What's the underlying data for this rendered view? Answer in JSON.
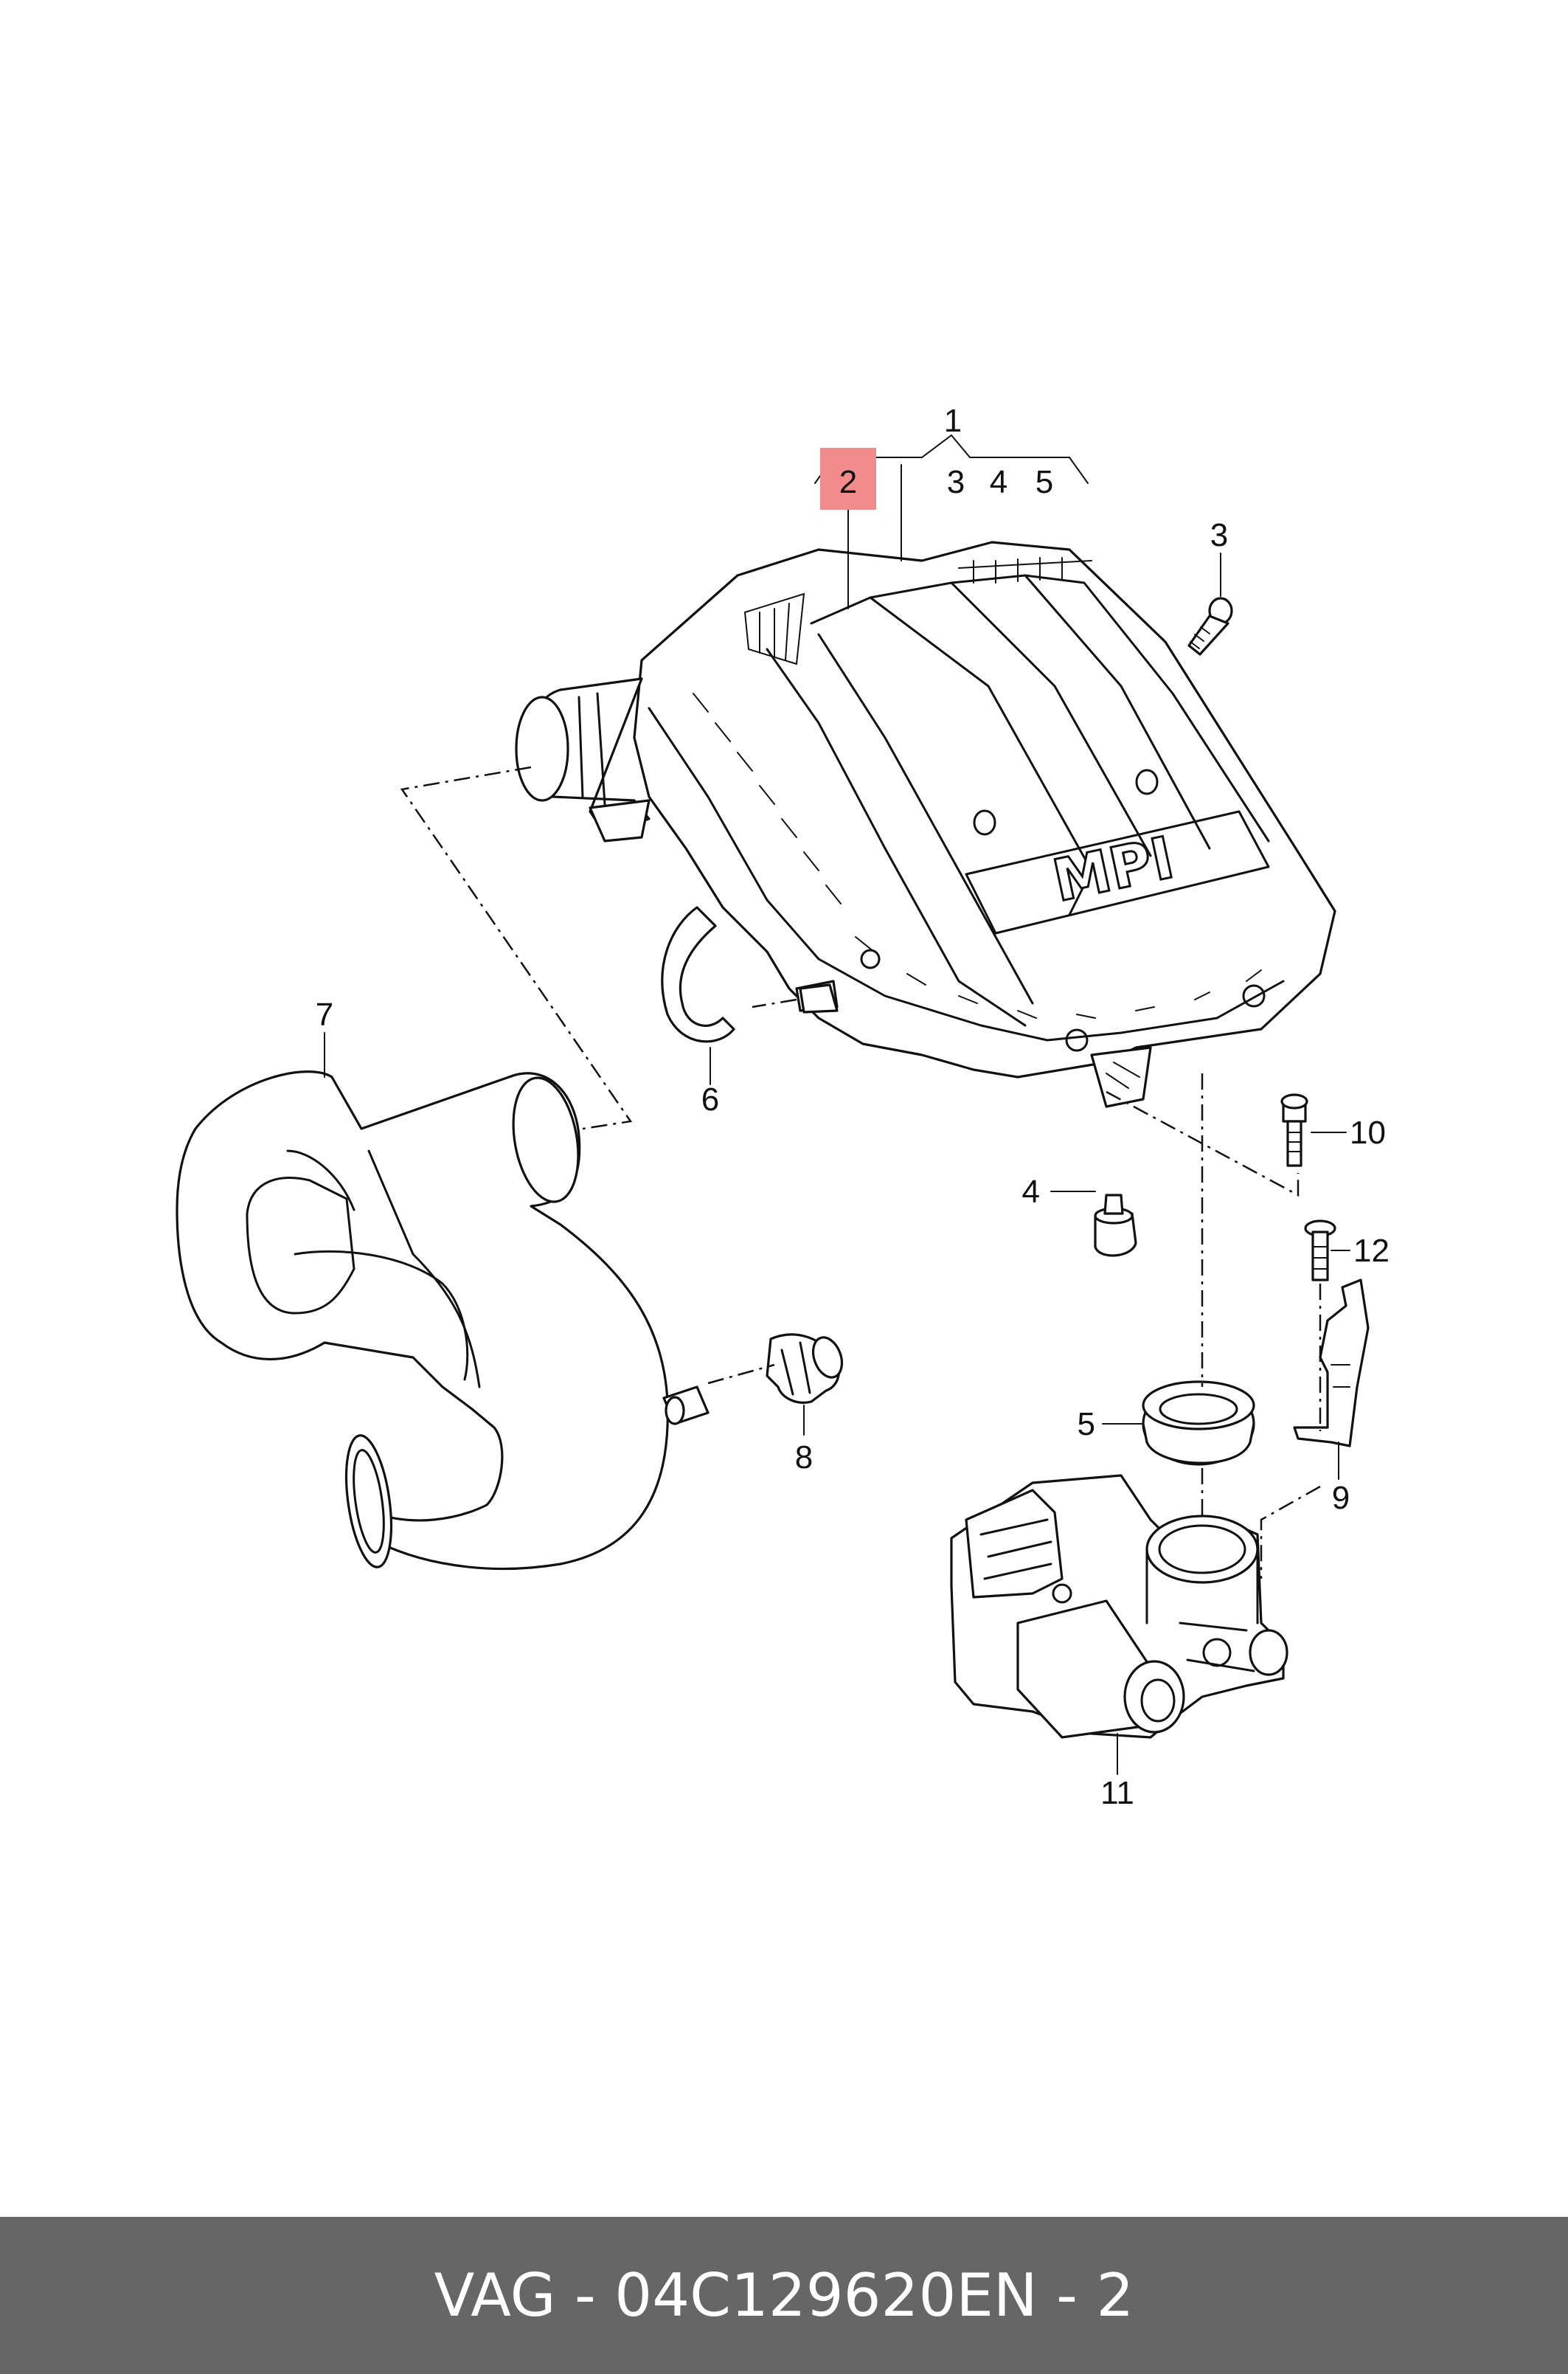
{
  "diagram": {
    "callouts": {
      "group_1": "1",
      "group_sub_2": "2",
      "group_sub_3": "3",
      "group_sub_4": "4",
      "group_sub_5": "5",
      "part_3": "3",
      "part_4": "4",
      "part_5": "5",
      "part_6": "6",
      "part_7": "7",
      "part_8": "8",
      "part_9": "9",
      "part_10": "10",
      "part_11": "11",
      "part_12": "12"
    },
    "cover_marking": "MPI",
    "highlighted_callout": "2",
    "highlight_color": "#f28b8b"
  },
  "footer": {
    "part_reference": "VAG - 04C129620E",
    "page": "N - 2",
    "background_color": "#666666"
  }
}
